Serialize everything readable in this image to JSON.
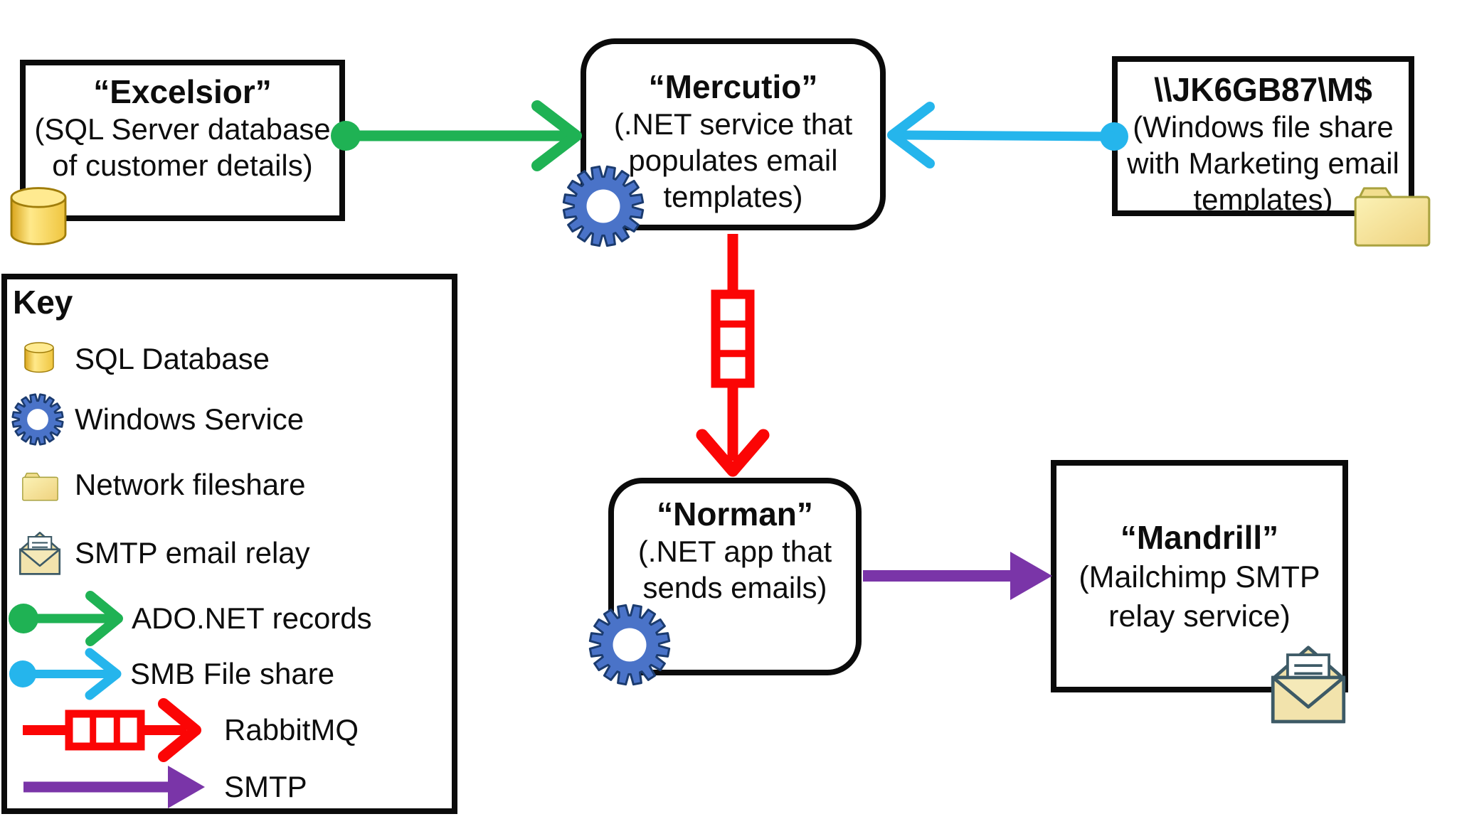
{
  "nodes": {
    "excelsior": {
      "title": "“Excelsior”",
      "lines": [
        "(SQL Server database",
        "of customer details)"
      ]
    },
    "mercutio": {
      "title": "“Mercutio”",
      "lines": [
        "(.NET service that",
        "populates email",
        "templates)"
      ]
    },
    "fileshare": {
      "title": "\\\\JK6GB87\\M$",
      "lines": [
        "(Windows file share",
        "with Marketing email",
        "templates)"
      ]
    },
    "norman": {
      "title": "“Norman”",
      "lines": [
        "(.NET app that",
        "sends emails)"
      ]
    },
    "mandrill": {
      "title": "“Mandrill”",
      "lines": [
        "(Mailchimp SMTP",
        "relay service)"
      ]
    }
  },
  "key": {
    "title": "Key",
    "items": [
      {
        "icon": "sql-database-icon",
        "label": "SQL Database"
      },
      {
        "icon": "windows-service-gear-icon",
        "label": "Windows Service"
      },
      {
        "icon": "network-fileshare-folder-icon",
        "label": "Network fileshare"
      },
      {
        "icon": "smtp-email-relay-envelope-icon",
        "label": "SMTP email relay"
      },
      {
        "icon": "ado-net-green-arrow",
        "label": "ADO.NET records"
      },
      {
        "icon": "smb-blue-arrow",
        "label": "SMB File share"
      },
      {
        "icon": "rabbitmq-red-queue-arrow",
        "label": "RabbitMQ"
      },
      {
        "icon": "smtp-purple-arrow",
        "label": "SMTP"
      }
    ]
  },
  "colors": {
    "green": "#1FB254",
    "blue": "#25B5EC",
    "red": "#FB0505",
    "purple": "#7A35A8",
    "gear_blue": "#4A73C8",
    "gear_outline": "#1B3B6F",
    "db_yellow": "#F3C93F",
    "folder_yellow": "#F7E59E",
    "envelope_outline": "#3D5A66",
    "box_outline": "#0B0B0B"
  }
}
